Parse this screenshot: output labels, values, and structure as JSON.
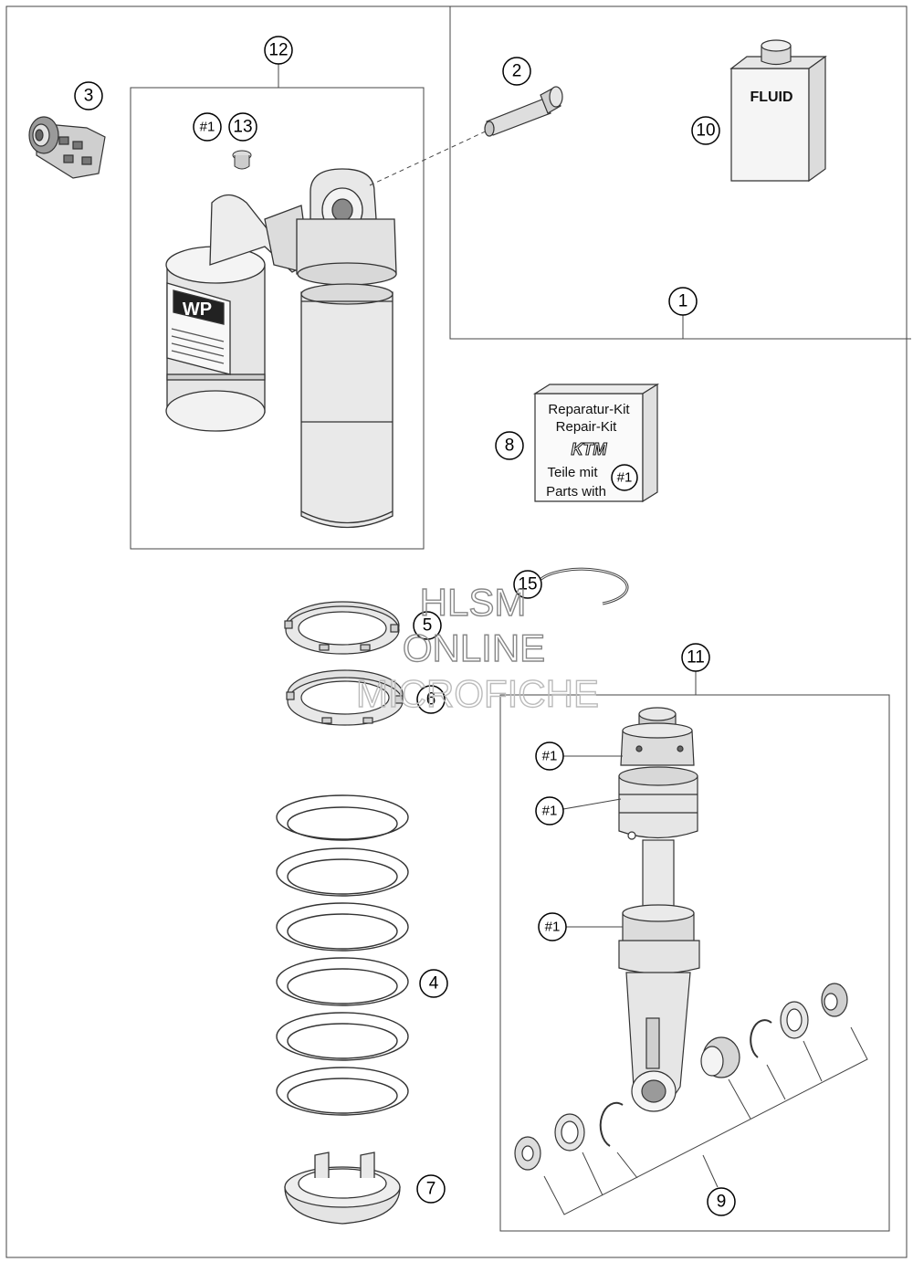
{
  "callouts": {
    "c1": "1",
    "c2": "2",
    "c3": "3",
    "c4": "4",
    "c5": "5",
    "c6": "6",
    "c7": "7",
    "c8": "8",
    "c9": "9",
    "c10": "10",
    "c11": "11",
    "c12": "12",
    "c13": "13",
    "c15": "15",
    "ref1": "#1"
  },
  "labels": {
    "fluid": "FLUID",
    "kit_line1": "Reparatur-Kit",
    "kit_line2": "Repair-Kit",
    "kit_brand": "KTM",
    "kit_line3": "Teile mit",
    "kit_line4": "Parts with",
    "shock_brand": "WP"
  },
  "watermark": {
    "line1": "HLSM",
    "line2": "ONLINE",
    "line3": "MICROFICHE"
  }
}
